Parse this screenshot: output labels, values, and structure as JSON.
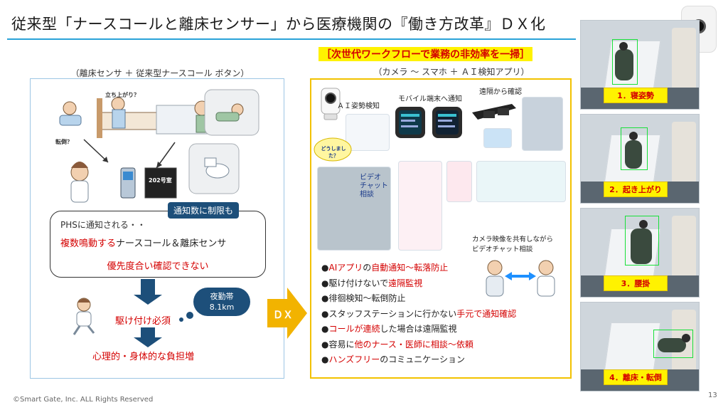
{
  "title": "従来型「ナースコールと離床センサー」から医療機関の『働き方改革』ＤＸ化",
  "left": {
    "caption": "（離床センサ ＋ 従来型ナースコール ボタン）",
    "labels": {
      "standup": "立ち上がり？",
      "fall": "転倒？",
      "room": "202号室"
    },
    "notify_limit": "通知数に制限も",
    "phs_notify": "PHSに通知される・・",
    "multi_red": "複数鳴動する",
    "multi_rest": "ナースコール＆離床センサ",
    "priority": "優先度合い確認できない",
    "night_shift": "夜勤帯",
    "distance": "8.1km",
    "rush": "駆け付け必須",
    "burden": "心理的・身体的な負担増"
  },
  "dx_label": "ＤＸ",
  "right": {
    "headline": "［次世代ワークフローで業務の非効率を一掃］",
    "caption": "（カメラ ～ スマホ ＋ ＡＩ検知アプリ）",
    "ai_posture": "ＡＩ姿勢検知",
    "mobile_notify": "モバイル端末へ通知",
    "remote_check": "遠隔から確認",
    "doushi": "どうしました？",
    "video_chat": "ビデオ\nチャット\n相談",
    "share_caption": "カメラ映像を共有しながら\nビデオチャット相談",
    "features": [
      {
        "prefix": "●",
        "red1": "AIアプリ",
        "mid": "の",
        "red2": "自動通知～転落防止",
        "rest": ""
      },
      {
        "prefix": "●",
        "red1": "",
        "mid": "駆け付けないで",
        "red2": "遠隔監視",
        "rest": ""
      },
      {
        "prefix": "●",
        "red1": "",
        "mid": "徘徊検知～転倒防止",
        "red2": "",
        "rest": ""
      },
      {
        "prefix": "●",
        "red1": "",
        "mid": "スタッフステーションに行かない",
        "red2": "手元で通知確認",
        "rest": ""
      },
      {
        "prefix": "●",
        "red1": "コールが連続",
        "mid": "した場合は遠隔監視",
        "red2": "",
        "rest": ""
      },
      {
        "prefix": "●",
        "red1": "",
        "mid": "容易に",
        "red2": "他のナース・医師に相談～依頼",
        "rest": ""
      },
      {
        "prefix": "●",
        "red1": "ハンズフリー",
        "mid": "のコミュニケーション",
        "red2": "",
        "rest": ""
      }
    ]
  },
  "photos": [
    {
      "label": "1．寝姿勢"
    },
    {
      "label": "2．起き上がり"
    },
    {
      "label": "3．腰掛"
    },
    {
      "label": "4．離床・転倒"
    }
  ],
  "footer": {
    "copyright": "©Smart Gate, Inc. ALL Rights Reserved",
    "page": "13"
  },
  "colors": {
    "accent_blue": "#2aa3d8",
    "navy": "#1d4f7a",
    "red": "#d40000",
    "yellow": "#fff200",
    "frame_yellow": "#f2c200",
    "detect_green": "#19e03a"
  }
}
